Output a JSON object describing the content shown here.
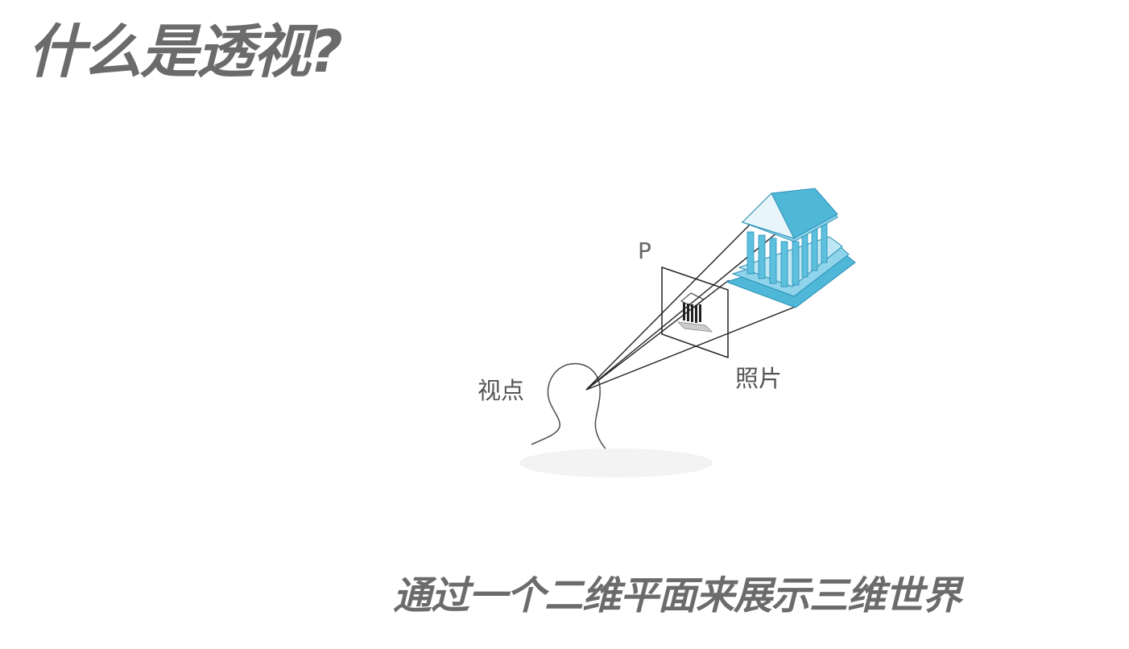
{
  "title": "什么是透视?",
  "diagram": {
    "label_picture_plane": "P",
    "label_viewpoint": "视点",
    "label_photo": "照片"
  },
  "caption": "通过一个二维平面来展示三维世界",
  "colors": {
    "text": "#6b6b6b",
    "temple": "#4fb8d8",
    "lines": "#222222"
  }
}
